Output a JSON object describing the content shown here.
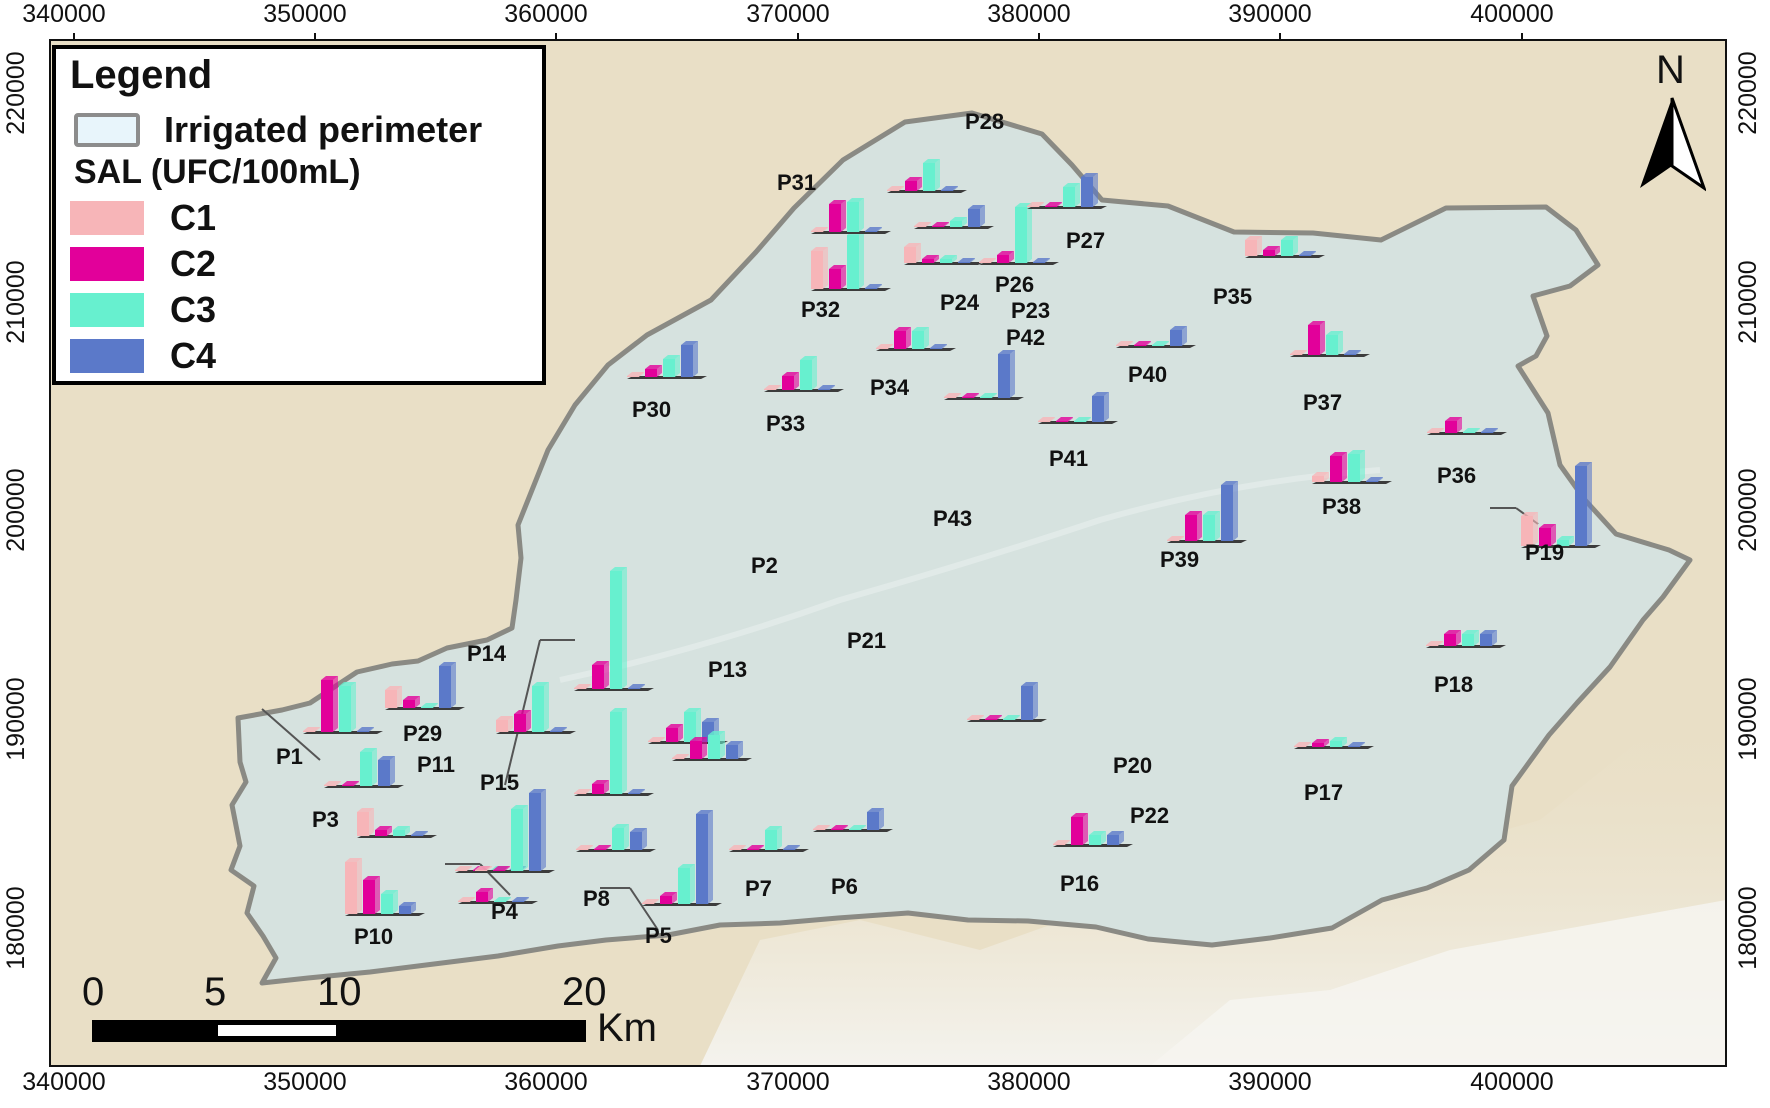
{
  "map": {
    "x_axis_ticks": [
      "340000",
      "350000",
      "360000",
      "370000",
      "380000",
      "390000",
      "400000"
    ],
    "y_axis_ticks": [
      "220000",
      "210000",
      "200000",
      "190000",
      "180000"
    ]
  },
  "legend": {
    "title": "Legend",
    "perimeter_label": "Irrigated perimeter",
    "sal_title": "SAL (UFC/100mL)",
    "classes": [
      {
        "label": "C1",
        "color": "#f7b5b8"
      },
      {
        "label": "C2",
        "color": "#e2009a"
      },
      {
        "label": "C3",
        "color": "#67f0cf"
      },
      {
        "label": "C4",
        "color": "#5b79c9"
      }
    ]
  },
  "scale_bar": {
    "labels": [
      "0",
      "5",
      "10",
      "20"
    ],
    "unit": "Km"
  },
  "north_arrow": {
    "label": "N"
  },
  "point_labels": [
    "P1",
    "P2",
    "P3",
    "P4",
    "P5",
    "P6",
    "P7",
    "P8",
    "P10",
    "P11",
    "P13",
    "P14",
    "P15",
    "P16",
    "P17",
    "P18",
    "P19",
    "P20",
    "P21",
    "P22",
    "P23",
    "P24",
    "P26",
    "P27",
    "P28",
    "P29",
    "P30",
    "P31",
    "P32",
    "P33",
    "P34",
    "P35",
    "P36",
    "P37",
    "P38",
    "P39",
    "P40",
    "P41",
    "P42",
    "P43"
  ],
  "colors": {
    "perimeter_fill": "#d6e2df",
    "perimeter_stroke": "#8a8a84",
    "terrain": "#e9dfc6",
    "mountains": "#f1efe6"
  }
}
